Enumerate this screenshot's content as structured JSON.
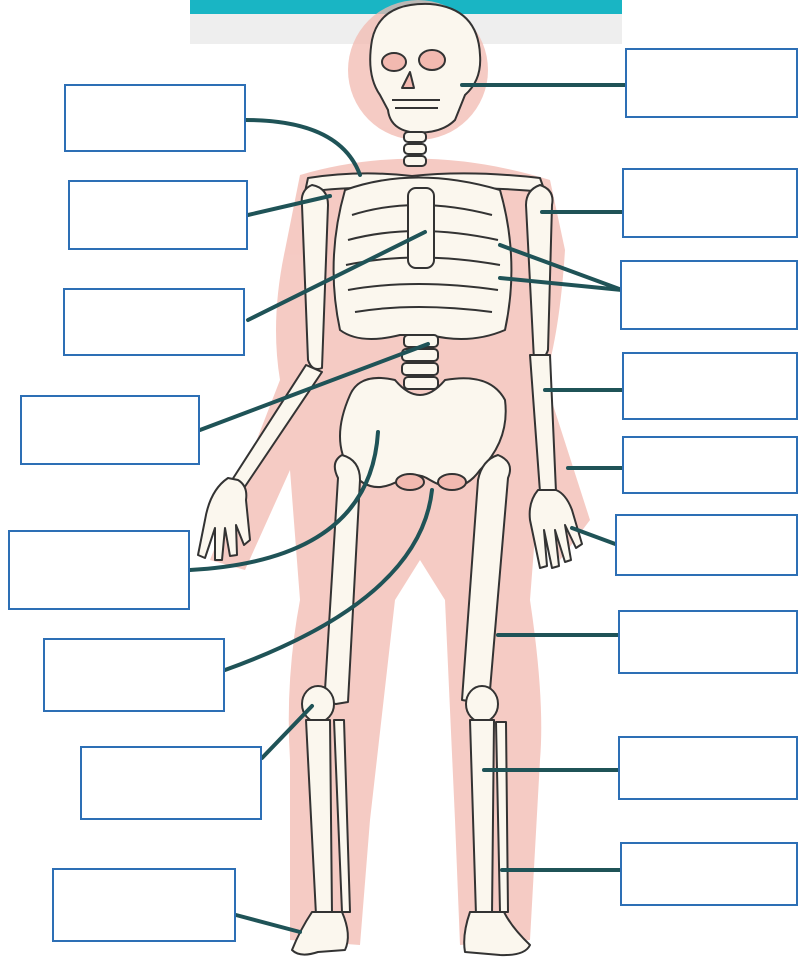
{
  "diagram": {
    "colors": {
      "box_border": "#2d6fb5",
      "leader_line": "#1f5357",
      "top_bar": "#19b5c4",
      "body_glow": "#f2b9b0",
      "bone_fill": "#fbf7ee",
      "bone_outline": "#333333"
    },
    "boxes": [
      {
        "id": "left-1",
        "text": ""
      },
      {
        "id": "left-2",
        "text": ""
      },
      {
        "id": "left-3",
        "text": ""
      },
      {
        "id": "left-4",
        "text": ""
      },
      {
        "id": "left-5",
        "text": ""
      },
      {
        "id": "left-6",
        "text": ""
      },
      {
        "id": "left-7",
        "text": ""
      },
      {
        "id": "left-8",
        "text": ""
      },
      {
        "id": "right-1",
        "text": ""
      },
      {
        "id": "right-2",
        "text": ""
      },
      {
        "id": "right-3",
        "text": ""
      },
      {
        "id": "right-4",
        "text": ""
      },
      {
        "id": "right-5",
        "text": ""
      },
      {
        "id": "right-6",
        "text": ""
      },
      {
        "id": "right-7",
        "text": ""
      },
      {
        "id": "right-8",
        "text": ""
      },
      {
        "id": "right-9",
        "text": ""
      }
    ]
  }
}
